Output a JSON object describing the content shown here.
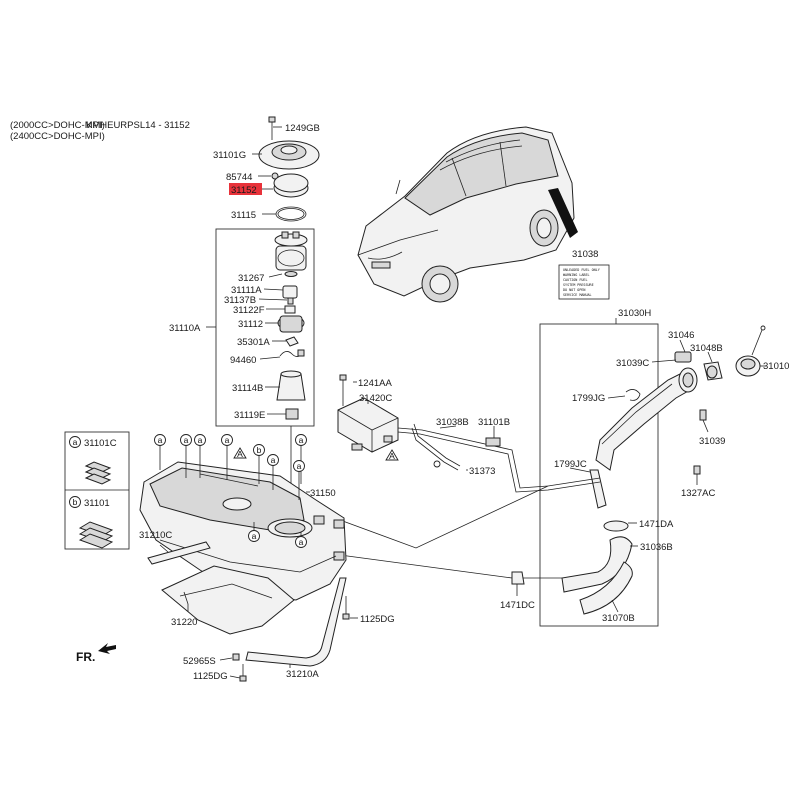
{
  "header": {
    "line1": "(2000CC>DOHC-MPI)",
    "line2": "(2400CC>DOHC-MPI)",
    "overlay": "KMHEURPSL14 - 31152"
  },
  "colors": {
    "highlight": "#e8323a",
    "line": "#222222",
    "part_fill": "#f2f2f2"
  },
  "parts": {
    "p1249GB": "1249GB",
    "p31101G": "31101G",
    "p85744": "85744",
    "p31152": "31152",
    "p31115": "31115",
    "p31267": "31267",
    "p31111A": "31111A",
    "p31137B": "31137B",
    "p31122F": "31122F",
    "p31112": "31112",
    "p31110A": "31110A",
    "p35301A": "35301A",
    "p94460": "94460",
    "p31114B": "31114B",
    "p31119E": "31119E",
    "p1241AA": "1241AA",
    "p31420C": "31420C",
    "p31038B": "31038B",
    "p31101B": "31101B",
    "p31373": "31373",
    "p31150": "31150",
    "p31038": "31038",
    "p31030H": "31030H",
    "p31046": "31046",
    "p31039C": "31039C",
    "p31048B": "31048B",
    "p31010": "31010",
    "p1799JG": "1799JG",
    "p31039": "31039",
    "p1799JC": "1799JC",
    "p1327AC": "1327AC",
    "p1471DA": "1471DA",
    "p31036B": "31036B",
    "p1471DC": "1471DC",
    "p31070B": "31070B",
    "p31210C": "31210C",
    "p31220": "31220",
    "p1125DG_a": "1125DG",
    "p52965S": "52965S",
    "p1125DG_b": "1125DG",
    "p31210A": "31210A"
  },
  "legend": [
    {
      "letter": "a",
      "part": "31101C"
    },
    {
      "letter": "b",
      "part": "31101"
    }
  ],
  "markers": {
    "a": "a",
    "b": "b",
    "A": "A"
  },
  "direction_label": "FR.",
  "warning_label": {
    "lines": [
      "UNLEADED FUEL ONLY",
      "WARNING LABEL",
      "CAUTION FUEL",
      "SYSTEM PRESSURE",
      "DO NOT OPEN",
      "SERVICE MANUAL"
    ]
  }
}
